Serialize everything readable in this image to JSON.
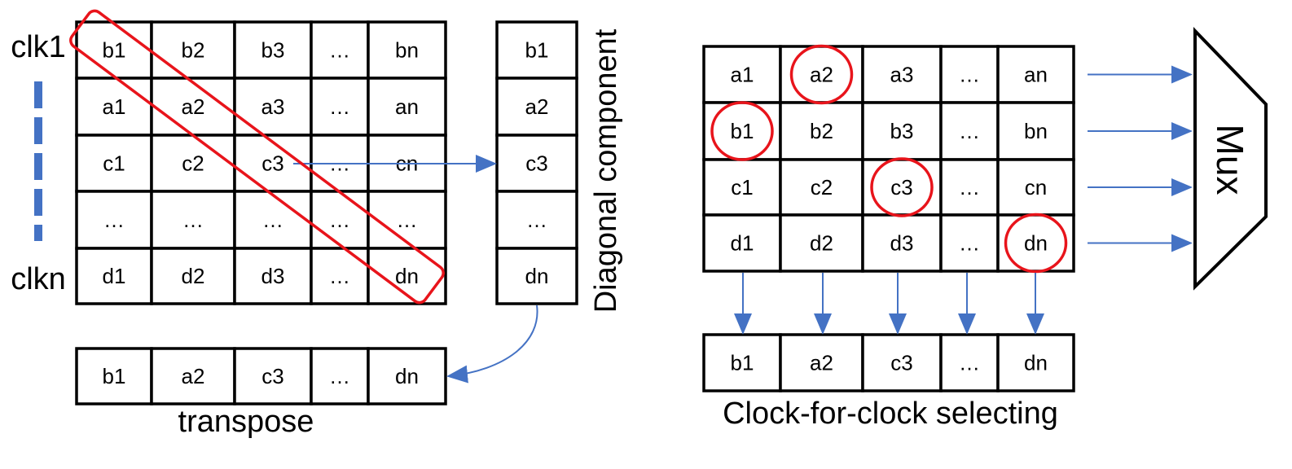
{
  "left": {
    "clock_labels": [
      "clk1",
      "clkn"
    ],
    "matrix": [
      [
        "b1",
        "b2",
        "b3",
        "…",
        "bn"
      ],
      [
        "a1",
        "a2",
        "a3",
        "…",
        "an"
      ],
      [
        "c1",
        "c2",
        "c3",
        "…",
        "cn"
      ],
      [
        "…",
        "…",
        "…",
        "…",
        "…"
      ],
      [
        "d1",
        "d2",
        "d3",
        "…",
        "dn"
      ]
    ],
    "diagonal_column": [
      "b1",
      "a2",
      "c3",
      "…",
      "dn"
    ],
    "diagonal_label": "Diagonal component",
    "transpose_row": [
      "b1",
      "a2",
      "c3",
      "…",
      "dn"
    ],
    "transpose_label": "transpose"
  },
  "right": {
    "matrix": [
      [
        "a1",
        "a2",
        "a3",
        "…",
        "an"
      ],
      [
        "b1",
        "b2",
        "b3",
        "…",
        "bn"
      ],
      [
        "c1",
        "c2",
        "c3",
        "…",
        "cn"
      ],
      [
        "d1",
        "d2",
        "d3",
        "…",
        "dn"
      ]
    ],
    "circled_cells": [
      [
        0,
        1
      ],
      [
        1,
        0
      ],
      [
        2,
        2
      ],
      [
        3,
        4
      ]
    ],
    "selected_row": [
      "b1",
      "a2",
      "c3",
      "…",
      "dn"
    ],
    "mux_label": "Mux",
    "caption": "Clock-for-clock selecting"
  },
  "colors": {
    "grid": "#000000",
    "highlight": "#e8141b",
    "arrow": "#4472c4",
    "clock_dash": "#4472c4"
  }
}
